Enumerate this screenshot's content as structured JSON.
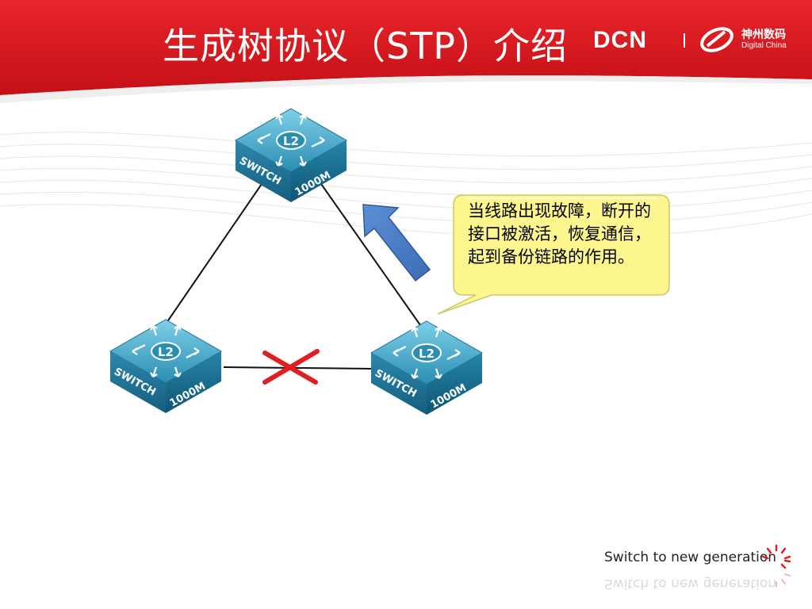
{
  "header": {
    "title": "生成树协议（STP）介绍",
    "logo_dcn": "DCN",
    "logo_dc_cn": "神州数码",
    "logo_dc_en": "Digital China"
  },
  "switches": [
    {
      "id": "top",
      "layer_label": "L2",
      "switch_label": "SWITCH",
      "speed_label": "1000M"
    },
    {
      "id": "left",
      "layer_label": "L2",
      "switch_label": "SWITCH",
      "speed_label": "1000M"
    },
    {
      "id": "right",
      "layer_label": "L2",
      "switch_label": "SWITCH",
      "speed_label": "1000M"
    }
  ],
  "callout": {
    "text": "当线路出现故障，断开的接口被激活，恢复通信，起到备份链路的作用。"
  },
  "footer": {
    "tagline": "Switch to new generation"
  },
  "colors": {
    "header_red": "#d8141c",
    "switch_blue": "#2f8fb0",
    "callout_fill": "#fdf58e",
    "arrow_blue": "#4f7fc4",
    "cross_red": "#e02020"
  }
}
